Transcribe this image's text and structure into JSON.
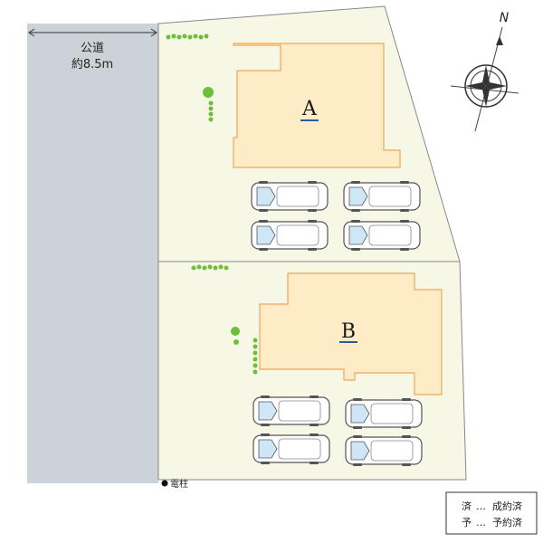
{
  "road": {
    "label": "公道",
    "width_label": "約8.5m",
    "color": "#ccd3d8"
  },
  "lots": [
    {
      "id": "A",
      "label": "A",
      "fill": "#f7f7e6",
      "house_fill": "#fdecc6",
      "outline": "#f0a75a"
    },
    {
      "id": "B",
      "label": "B",
      "fill": "#f7f7e6",
      "house_fill": "#fdecc6",
      "outline": "#f0a75a"
    }
  ],
  "compass": {
    "north_label": "N"
  },
  "utility_pole": {
    "label": "電柱"
  },
  "legend": [
    {
      "mark": "済",
      "separator": "…",
      "text": "成約済"
    },
    {
      "mark": "予",
      "separator": "…",
      "text": "予約済"
    }
  ],
  "colors": {
    "accent_blue": "#2b5aa8",
    "car_glass": "#cfe6f7",
    "plant_green": "#6bbf3a"
  }
}
